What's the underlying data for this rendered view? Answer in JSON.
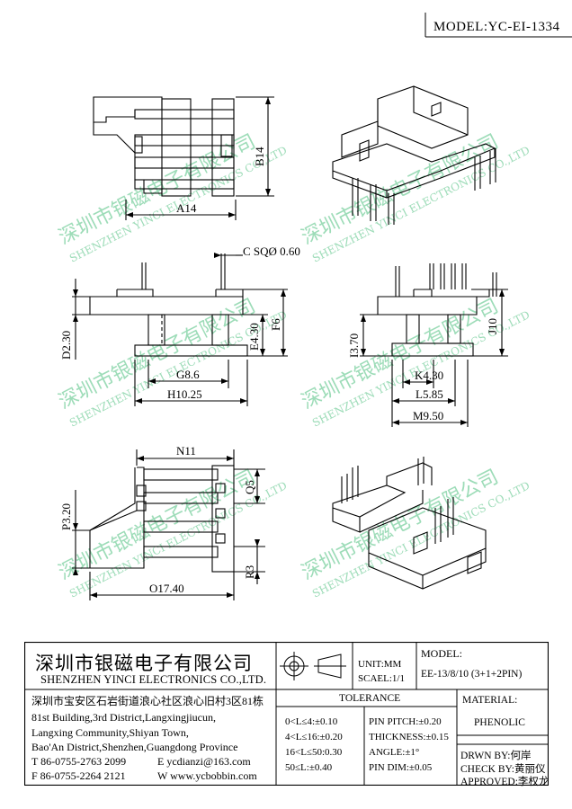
{
  "header": {
    "model_label": "MODEL:YC-EI-1334"
  },
  "dimensions": {
    "a14": "A14",
    "b14": "B14",
    "c_sq": "C SQØ 0.60",
    "d230": "D2.30",
    "e430": "E4.30",
    "f6": "F6",
    "g86": "G8.6",
    "h1025": "H10.25",
    "i370": "I3.70",
    "j10": "J10",
    "k430": "K4.30",
    "l585": "L5.85",
    "m950": "M9.50",
    "n11": "N11",
    "o1740": "O17.40",
    "p320": "P3.20",
    "q5": "Q5",
    "r3": "R3"
  },
  "watermark": {
    "cn": "深圳市银磁电子有限公司",
    "en": "SHENZHEN YINCI ELECTRONICS CO.,LTD"
  },
  "title_block": {
    "company_cn": "深圳市银磁电子有限公司",
    "company_en": "SHENZHEN YINCI ELECTRONICS CO.,LTD.",
    "address_lines": [
      "深圳市宝安区石岩街道浪心社区浪心旧村3区81栋",
      "81st Building,3rd District,Langxingjiucun,",
      "Langxing Community,Shiyan Town,",
      "Bao'An District,Shenzhen,Guangdong Province"
    ],
    "tel": "T 86-0755-2763 2099",
    "fax": "F 86-0755-2264 2121",
    "email": "E ycdianzi@163.com",
    "web": "W www.ycbobbin.com",
    "unit": "UNIT:MM",
    "scale": "SCAEL:1/1",
    "model_label": "MODEL:",
    "model_value": "EE-13/8/10 (3+1+2PIN)",
    "tolerance_title": "TOLERANCE",
    "tol_left": [
      "0<L≤4:±0.10",
      "4<L≤16:±0.20",
      "16<L≤50:0.30",
      "50≤L:±0.40"
    ],
    "tol_right": [
      "PIN PITCH:±0.20",
      "THICKNESS:±0.15",
      "ANGLE:±1°",
      "PIN DIM:±0.05"
    ],
    "material_label": "MATERIAL:",
    "material_value": "PHENOLIC",
    "drawn_by": "DRWN BY:何岸",
    "check_by": "CHECK BY:黄丽仪",
    "approved": "APPROVED:李权龙"
  }
}
